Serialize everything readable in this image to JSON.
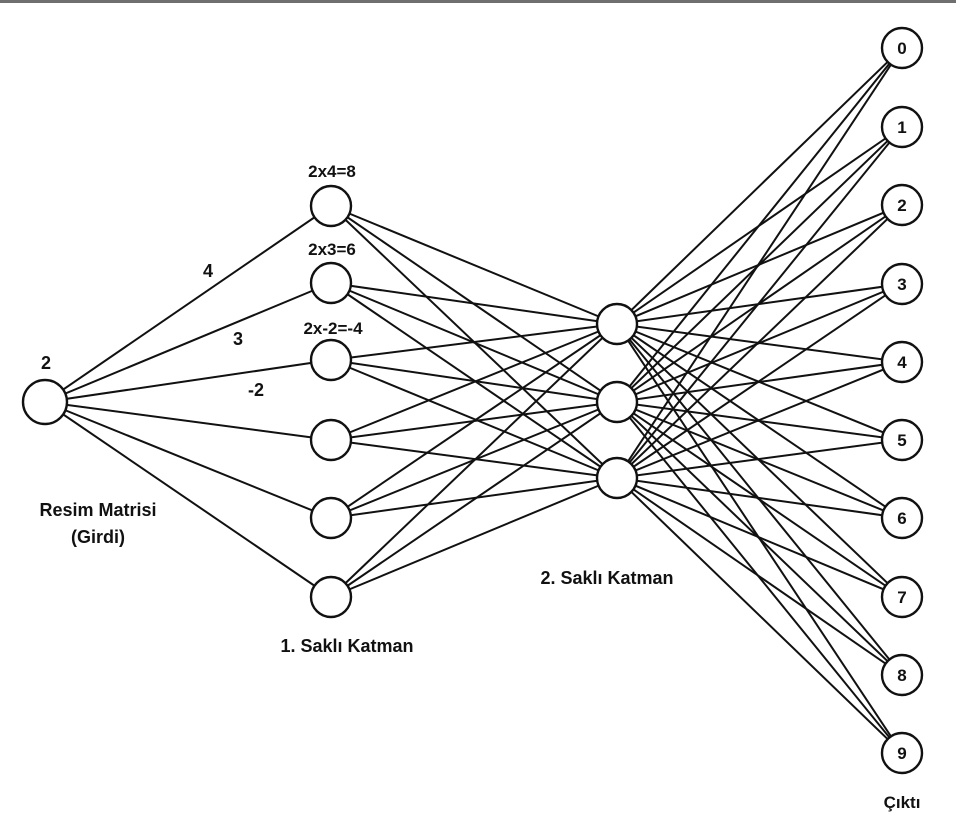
{
  "input": {
    "value_label": "2",
    "caption_line1": "Resim Matrisi",
    "caption_line2": "(Girdi)"
  },
  "weights": [
    "4",
    "3",
    "-2"
  ],
  "hidden1": {
    "products": [
      "2x4=8",
      "2x3=6",
      "2x-2=-4"
    ],
    "caption": "1. Saklı Katman"
  },
  "hidden2": {
    "caption": "2. Saklı Katman"
  },
  "output": {
    "digits": [
      "0",
      "1",
      "2",
      "3",
      "4",
      "5",
      "6",
      "7",
      "8",
      "9"
    ],
    "caption": "Çıktı"
  }
}
